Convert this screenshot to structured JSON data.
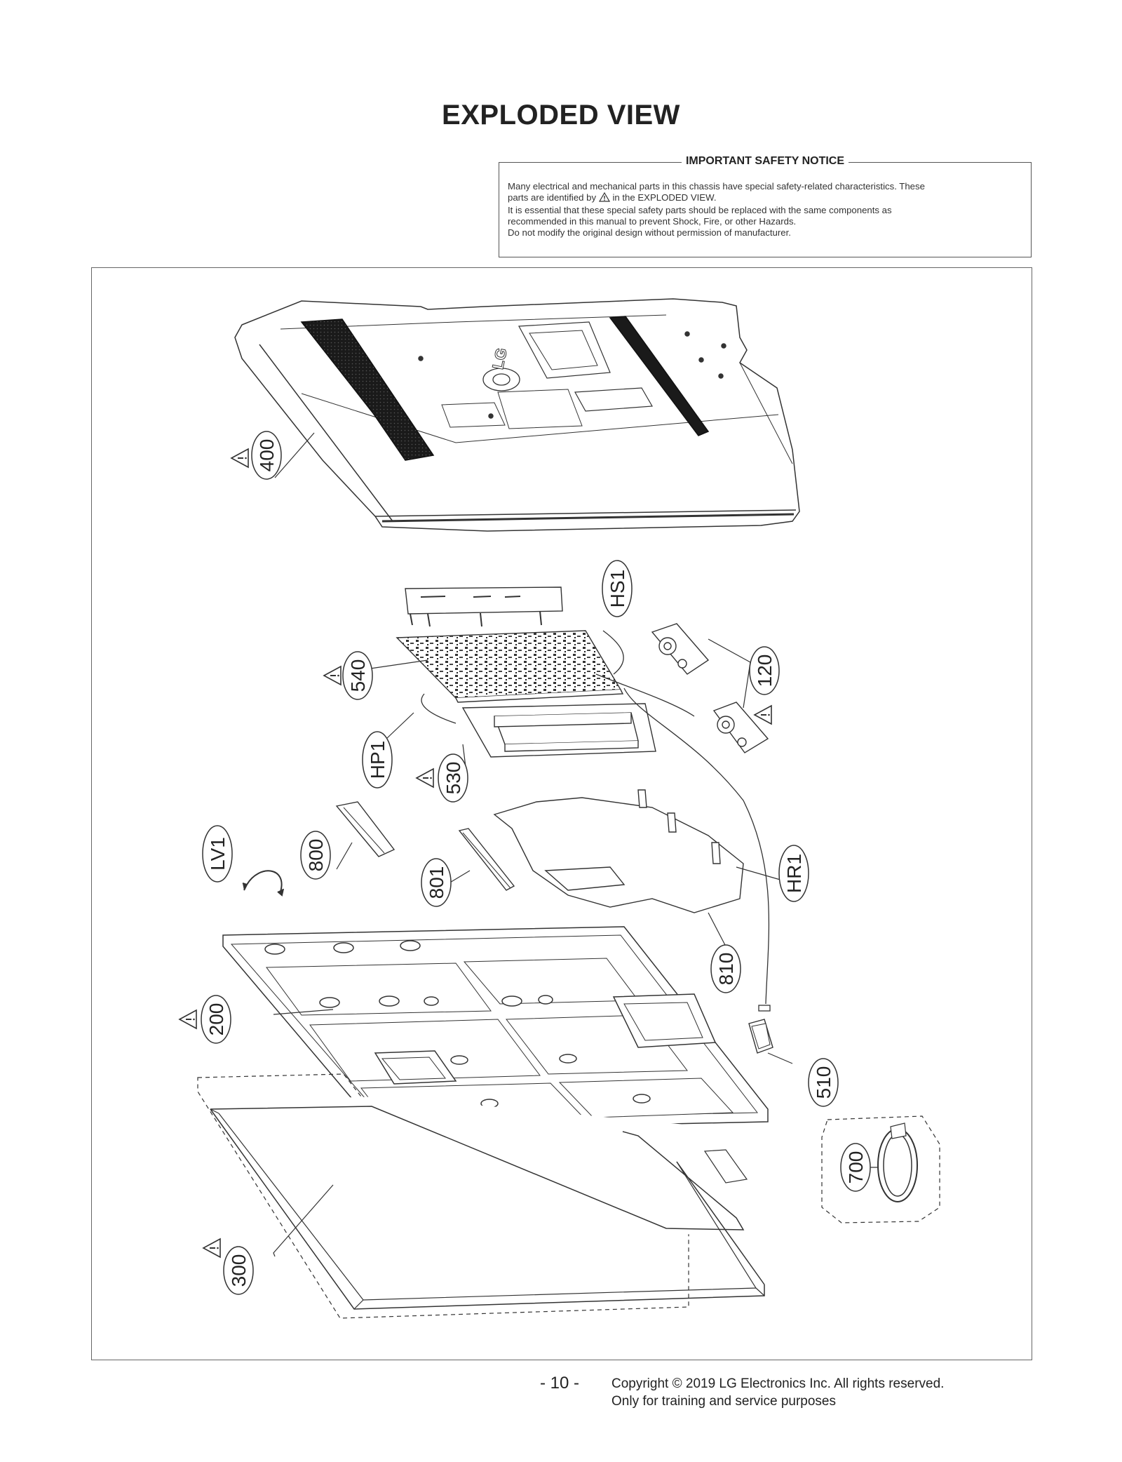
{
  "page": {
    "title": "EXPLODED VIEW",
    "page_number": "- 10 -",
    "copyright_line1": "Copyright © 2019 LG Electronics Inc. All rights reserved.",
    "copyright_line2": "Only for training and service purposes"
  },
  "notice": {
    "title": "IMPORTANT SAFETY NOTICE",
    "line1": "Many electrical and mechanical parts in this chassis have special safety-related characteristics. These",
    "line2a": "parts are identified by",
    "line2b": "in the EXPLODED VIEW.",
    "line3": "It is essential that these special safety parts should be replaced with the same components as",
    "line4": "recommended in this manual to prevent Shock, Fire, or other Hazards.",
    "line5": "Do not modify the original design without permission of manufacturer."
  },
  "diagram": {
    "brand_logo": "LG",
    "parts": [
      {
        "label": "400",
        "safety": true
      },
      {
        "label": "HS1",
        "safety": false
      },
      {
        "label": "120",
        "safety": true
      },
      {
        "label": "540",
        "safety": true
      },
      {
        "label": "HP1",
        "safety": false
      },
      {
        "label": "530",
        "safety": true
      },
      {
        "label": "LV1",
        "safety": false
      },
      {
        "label": "800",
        "safety": false
      },
      {
        "label": "801",
        "safety": false
      },
      {
        "label": "HR1",
        "safety": false
      },
      {
        "label": "810",
        "safety": false
      },
      {
        "label": "200",
        "safety": true
      },
      {
        "label": "510",
        "safety": false
      },
      {
        "label": "700",
        "safety": false
      },
      {
        "label": "300",
        "safety": true
      }
    ],
    "colors": {
      "line": "#333333",
      "speaker": "#1a1a1a",
      "background": "#ffffff"
    }
  }
}
